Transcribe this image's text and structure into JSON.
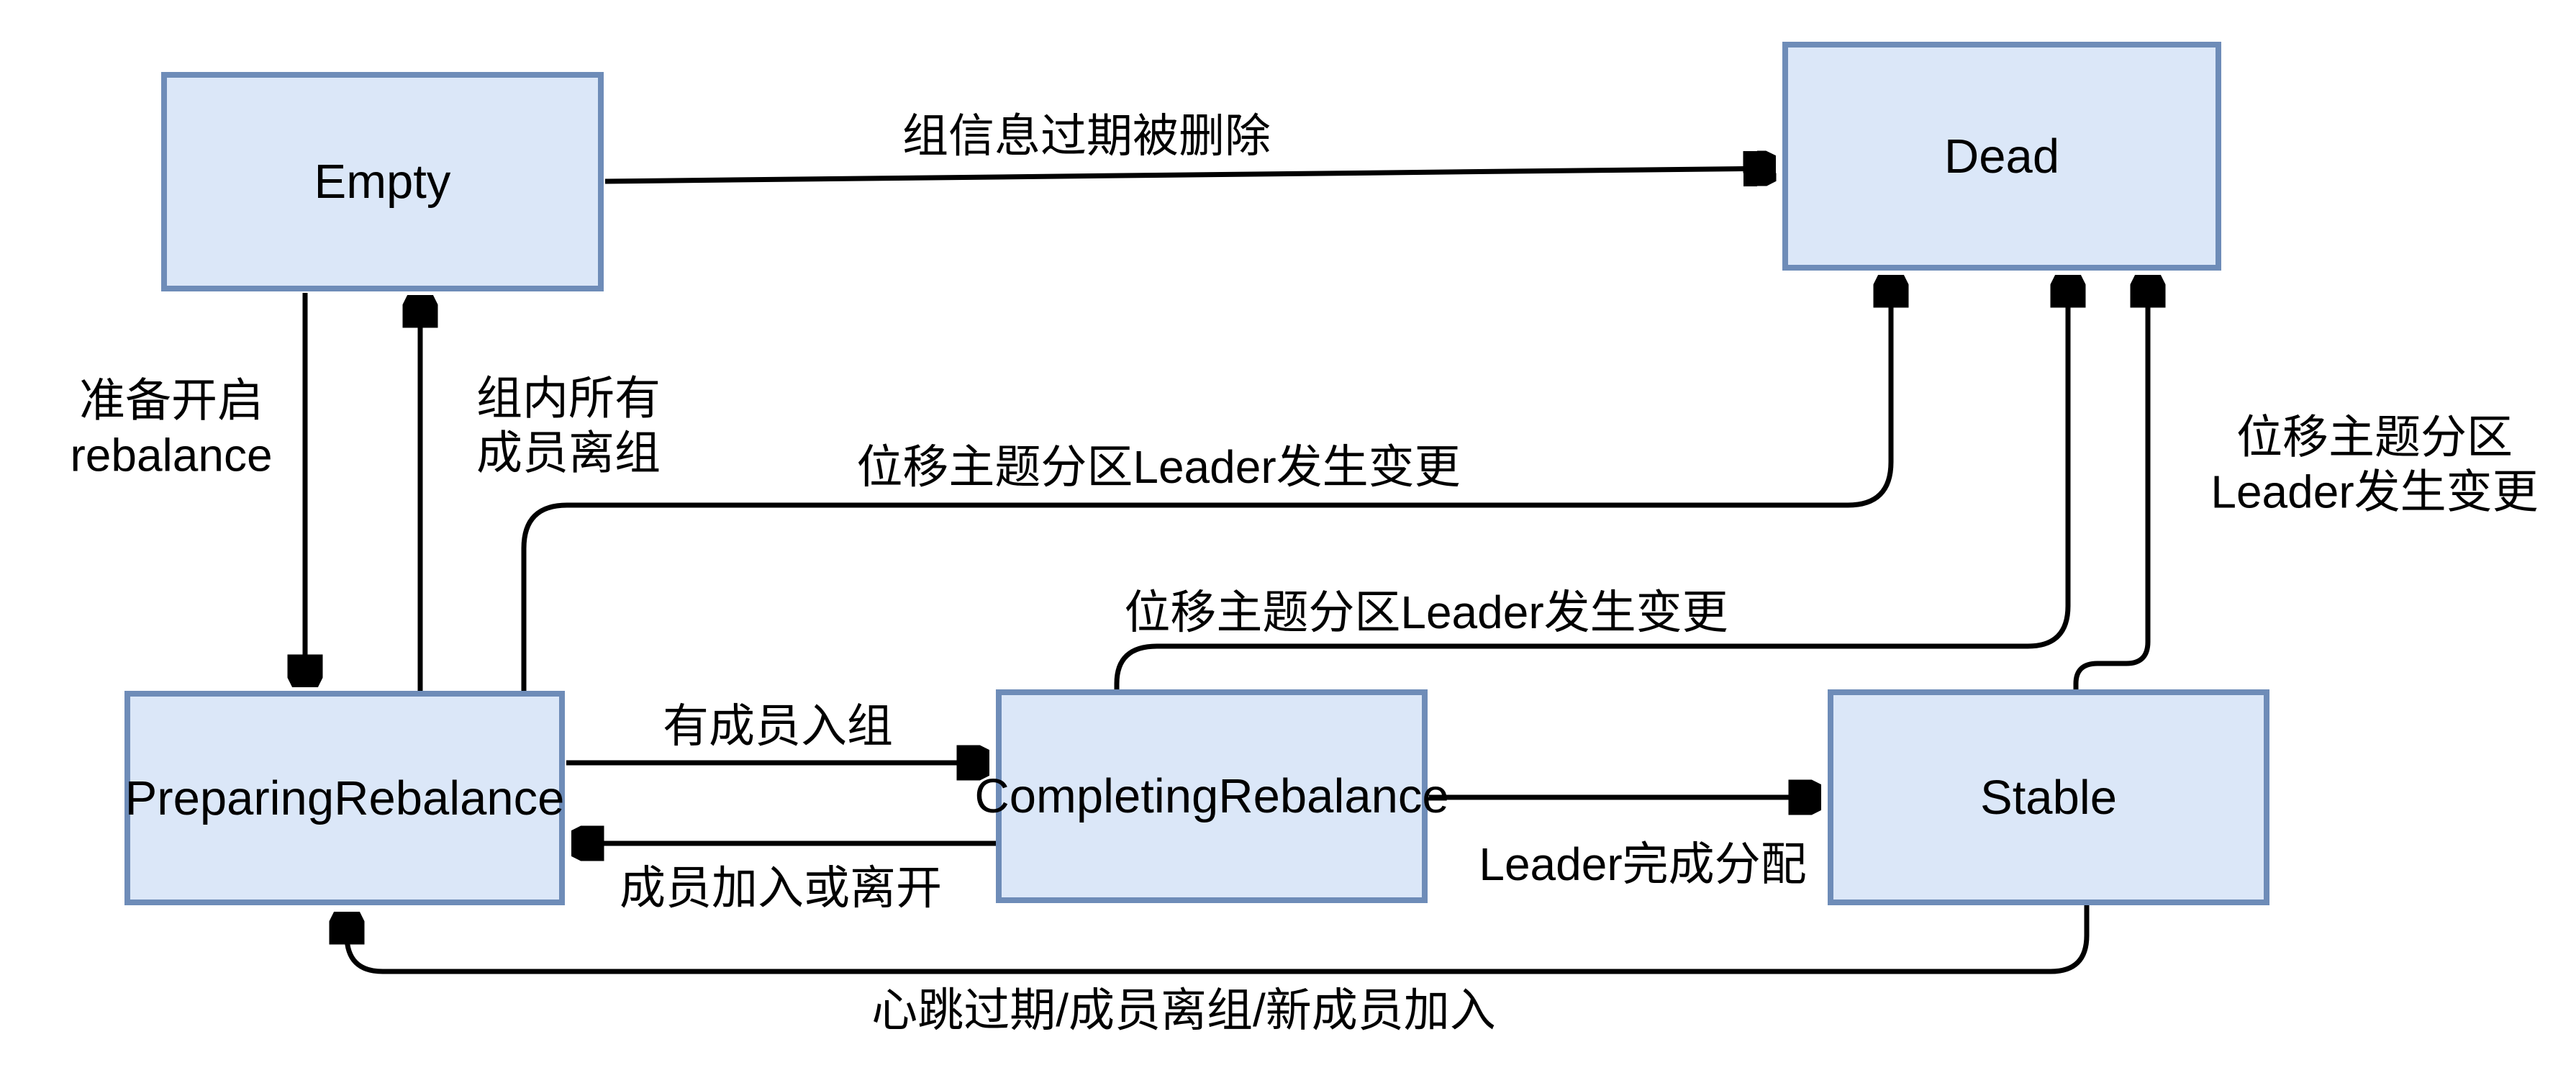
{
  "diagram": {
    "colors": {
      "node_fill": "#dbe7f8",
      "node_border": "#6e8cb8",
      "edge_line": "#000000",
      "background": "#ffffff"
    },
    "nodes": [
      {
        "id": "empty",
        "label": "Empty"
      },
      {
        "id": "dead",
        "label": "Dead"
      },
      {
        "id": "preparing",
        "label": "PreparingRebalance"
      },
      {
        "id": "completing",
        "label": "CompletingRebalance"
      },
      {
        "id": "stable",
        "label": "Stable"
      }
    ],
    "edges": [
      {
        "from": "Empty",
        "to": "Dead",
        "label": "组信息过期被删除"
      },
      {
        "from": "Empty",
        "to": "PreparingRebalance",
        "label_lines": [
          "准备开启",
          "rebalance"
        ]
      },
      {
        "from": "PreparingRebalance",
        "to": "Empty",
        "label_lines": [
          "组内所有",
          "成员离组"
        ]
      },
      {
        "from": "PreparingRebalance",
        "to": "CompletingRebalance",
        "label": "有成员入组"
      },
      {
        "from": "CompletingRebalance",
        "to": "PreparingRebalance",
        "label": "成员加入或离开"
      },
      {
        "from": "CompletingRebalance",
        "to": "Stable",
        "label": "Leader完成分配"
      },
      {
        "from": "Stable",
        "to": "PreparingRebalance",
        "label": "心跳过期/成员离组/新成员加入"
      },
      {
        "from": "PreparingRebalance",
        "to": "Dead",
        "label": "位移主题分区Leader发生变更"
      },
      {
        "from": "CompletingRebalance",
        "to": "Dead",
        "label": "位移主题分区Leader发生变更"
      },
      {
        "from": "Stable",
        "to": "Dead",
        "label_lines": [
          "位移主题分区",
          "Leader发生变更"
        ]
      }
    ]
  }
}
